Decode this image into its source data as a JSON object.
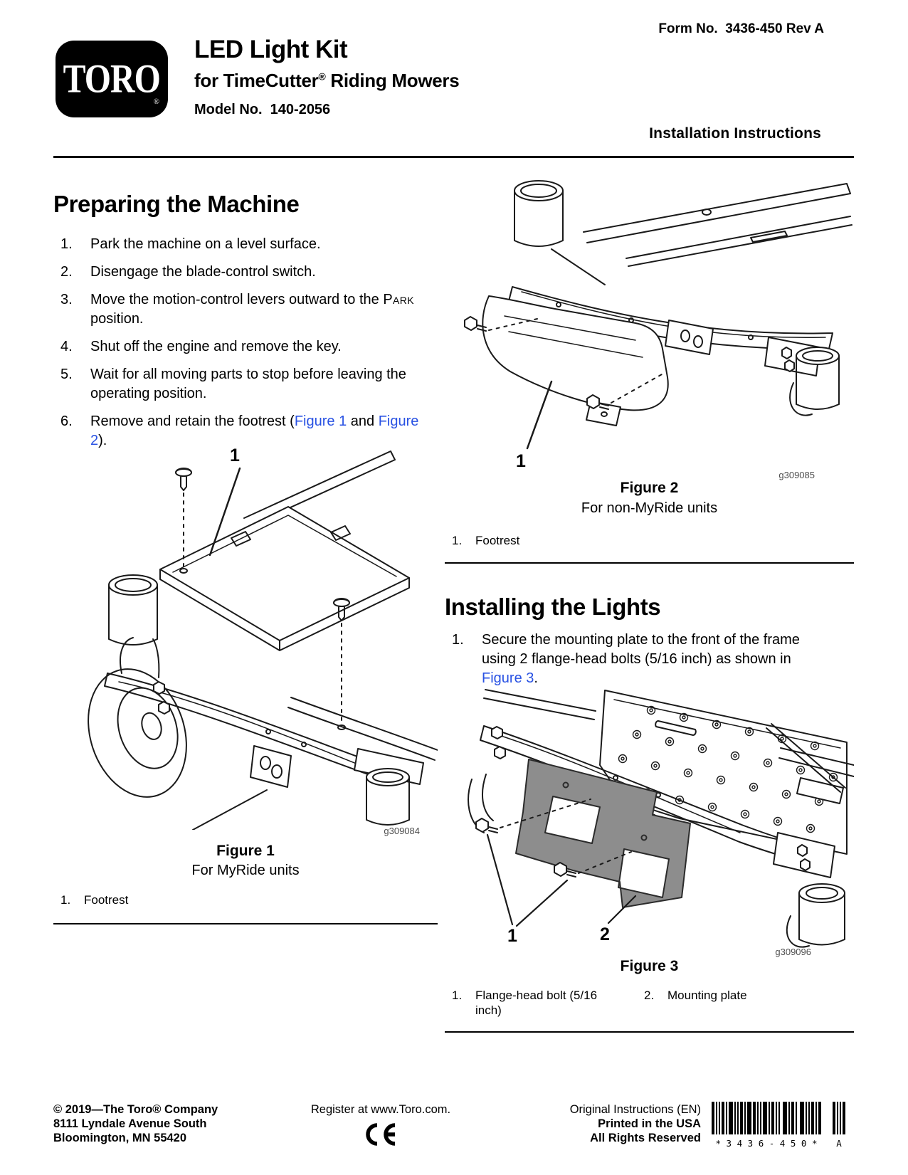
{
  "colors": {
    "link_blue": "#2952e3",
    "plate_gray": "#8d8d8d"
  },
  "header": {
    "form_no": "Form No.  3436-450 Rev A",
    "logo_text": "TORO",
    "logo_reg": "®",
    "title": "LED Light Kit",
    "subtitle_pre": "for TimeCutter",
    "subtitle_reg": "®",
    "subtitle_post": " Riding Mowers",
    "model": "Model No.  140-2056",
    "doc_type": "Installation Instructions"
  },
  "preparing": {
    "heading": "Preparing the Machine",
    "steps": [
      {
        "num": "1.",
        "text": "Park the machine on a level surface."
      },
      {
        "num": "2.",
        "text": "Disengage the blade-control switch."
      },
      {
        "num": "3.",
        "pre": "Move the motion-control levers outward to the ",
        "smallcaps": "Park",
        "post": " position."
      },
      {
        "num": "4.",
        "text": "Shut off the engine and remove the key."
      },
      {
        "num": "5.",
        "text": "Wait for all moving parts to stop before leaving the operating position."
      },
      {
        "num": "6.",
        "pre": "Remove and retain the footrest (",
        "link1": "Figure 1",
        "mid": " and ",
        "link2": "Figure 2",
        "post": ")."
      }
    ]
  },
  "figure1": {
    "callout_1": "1",
    "graphic_id": "g309084",
    "caption": "Figure 1",
    "subcaption": "For MyRide units",
    "legend": [
      {
        "num": "1.",
        "label": "Footrest"
      }
    ]
  },
  "figure2": {
    "callout_1": "1",
    "graphic_id": "g309085",
    "caption": "Figure 2",
    "subcaption": "For non-MyRide units",
    "legend": [
      {
        "num": "1.",
        "label": "Footrest"
      }
    ]
  },
  "installing": {
    "heading": "Installing the Lights",
    "step": {
      "num": "1.",
      "pre": "Secure the mounting plate to the front of the frame using 2 flange-head bolts (5/16 inch) as shown in ",
      "link": "Figure 3",
      "post": "."
    }
  },
  "figure3": {
    "callout_1": "1",
    "callout_2": "2",
    "graphic_id": "g309096",
    "caption": "Figure 3",
    "legend": [
      {
        "num": "1.",
        "label": "Flange-head bolt (5/16 inch)"
      },
      {
        "num": "2.",
        "label": "Mounting plate"
      }
    ]
  },
  "footer": {
    "copyright": "© 2019—The Toro® Company",
    "address1": "8111 Lyndale Avenue South",
    "address2": "Bloomington, MN 55420",
    "register": "Register at www.Toro.com.",
    "original": "Original Instructions (EN)",
    "printed": "Printed in the USA",
    "rights": "All Rights Reserved",
    "barcode_text": "* 3 4 3 6 - 4 5 0 *",
    "barcode_rev": "A"
  }
}
